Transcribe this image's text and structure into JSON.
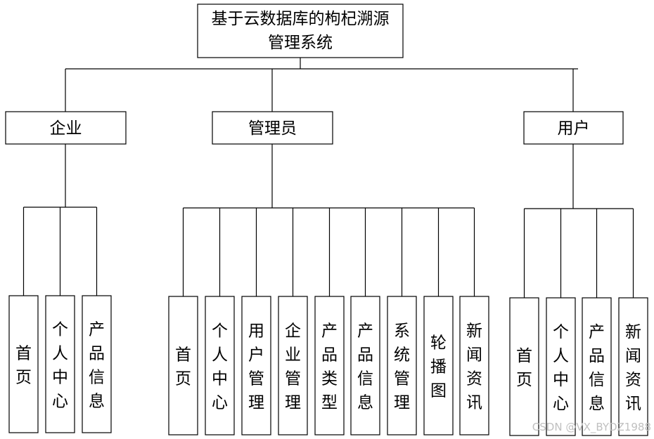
{
  "title": {
    "line1": "基于云数据库的枸杞溯源",
    "line2": "管理系统"
  },
  "roles": [
    {
      "name": "企业",
      "modules": [
        "首页",
        "个人中心",
        "产品信息"
      ]
    },
    {
      "name": "管理员",
      "modules": [
        "首页",
        "个人中心",
        "用户管理",
        "企业管理",
        "产品类型",
        "产品信息",
        "系统管理",
        "轮播图",
        "新闻资讯"
      ]
    },
    {
      "name": "用户",
      "modules": [
        "首页",
        "个人中心",
        "产品信息",
        "新闻资讯"
      ]
    }
  ],
  "watermark": "CSDN @VX_BYDZ1988"
}
